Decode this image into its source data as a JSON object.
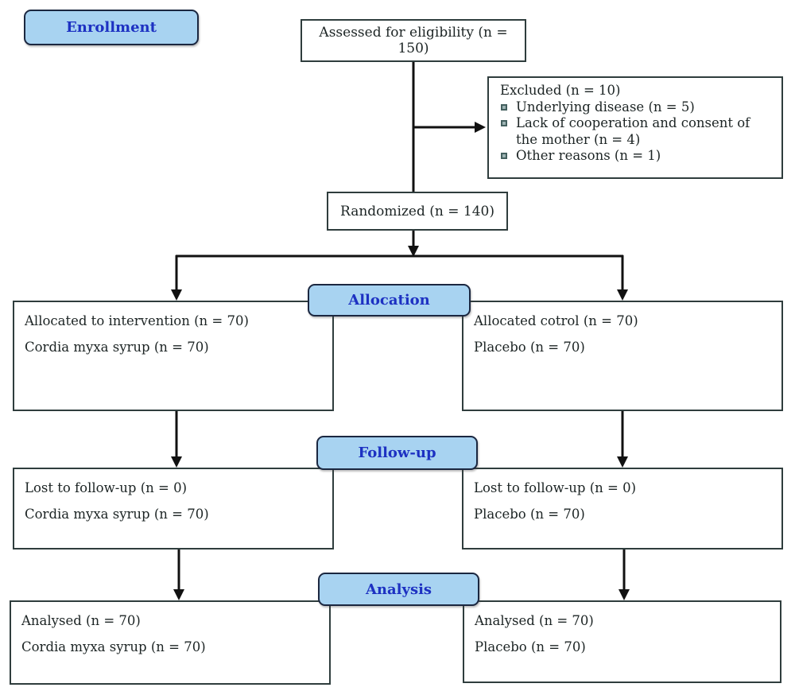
{
  "diagram": {
    "stage_labels": {
      "enrollment": "Enrollment",
      "allocation": "Allocation",
      "followup": "Follow-up",
      "analysis": "Analysis"
    },
    "boxes": {
      "assessed": {
        "text": "Assessed for eligibility (n = 150)"
      },
      "excluded": {
        "title": "Excluded (n = 10)",
        "items": [
          "Underlying disease (n = 5)",
          "Lack of cooperation and consent of the mother (n = 4)",
          "Other reasons (n = 1)"
        ]
      },
      "randomized": {
        "text": "Randomized (n = 140)"
      },
      "alloc_left": {
        "line1": "Allocated to intervention (n = 70)",
        "line2": "Cordia myxa syrup (n = 70)"
      },
      "alloc_right": {
        "line1": "Allocated cotrol (n = 70)",
        "line2": "Placebo (n = 70)"
      },
      "followup_left": {
        "line1": "Lost to follow-up (n = 0)",
        "line2": "Cordia myxa syrup (n = 70)"
      },
      "followup_right": {
        "line1": "Lost to follow-up (n = 0)",
        "line2": "Placebo (n = 70)"
      },
      "analysis_left": {
        "line1": "Analysed (n = 70)",
        "line2": "Cordia myxa syrup (n = 70)"
      },
      "analysis_right": {
        "line1": "Analysed (n = 70)",
        "line2": "Placebo (n = 70)"
      }
    },
    "colors": {
      "stage_fill": "#a8d3f1",
      "stage_border": "#1b2740",
      "stage_text": "#1d31c2",
      "box_border": "#2f3d3d",
      "line": "#111111",
      "bullet_fill": "#9db3b3",
      "bullet_border": "#44605f"
    }
  }
}
